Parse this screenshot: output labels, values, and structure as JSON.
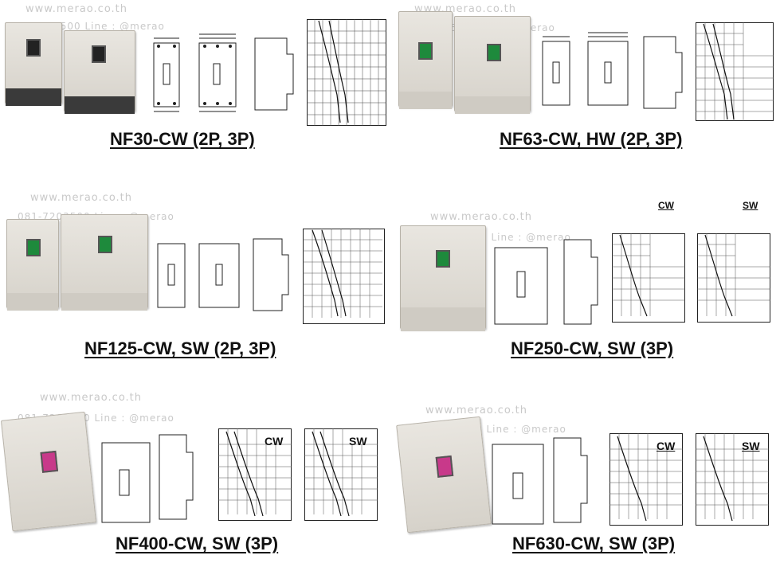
{
  "watermark": {
    "site": "www.merao.co.th",
    "contact": "081-7203500 Line : @merao"
  },
  "products": [
    {
      "model": "NF30-CW (2P, 3P)"
    },
    {
      "model": "NF63-CW, HW (2P, 3P)"
    },
    {
      "model": "NF125-CW, SW (2P, 3P)"
    },
    {
      "model": "NF250-CW, SW (3P)",
      "curve_labels": [
        "CW",
        "SW"
      ]
    },
    {
      "model": "NF400-CW, SW (3P)",
      "curve_labels": [
        "CW",
        "SW"
      ]
    },
    {
      "model": "NF630-CW, SW (3P)",
      "curve_labels": [
        "CW",
        "SW"
      ]
    }
  ],
  "colors": {
    "handle_green": "#1e8a3c",
    "handle_pink": "#c8398a",
    "body": "#e2ded6"
  }
}
